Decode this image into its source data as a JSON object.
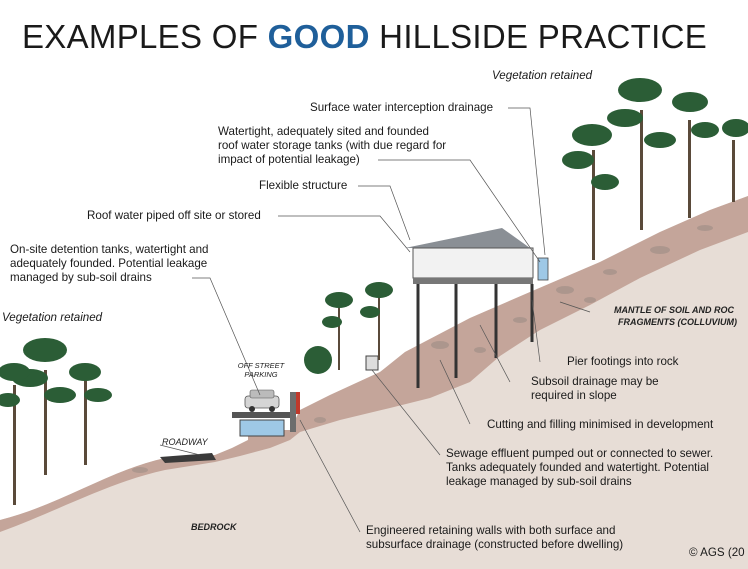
{
  "title": {
    "prefix": "EXAMPLES OF ",
    "highlight": "GOOD",
    "suffix": " HILLSIDE PRACTICE",
    "highlight_color": "#1f5f9a"
  },
  "labels": {
    "vegetation_top": "Vegetation retained",
    "surface_water": "Surface water interception drainage",
    "watertight_1": "Watertight, adequately sited and founded",
    "watertight_2": "roof water storage tanks (with due regard for",
    "watertight_3": "impact of potential leakage)",
    "flexible": "Flexible structure",
    "roof_water": "Roof water piped off site or stored",
    "onsite_1": "On-site detention tanks, watertight and",
    "onsite_2": "adequately founded.  Potential leakage",
    "onsite_3": "managed by sub-soil drains",
    "vegetation_left": "Vegetation retained",
    "mantle_1": "MANTLE OF SOIL AND ROC",
    "mantle_2": "FRAGMENTS (COLLUVIUM)",
    "parking_1": "OFF STREET",
    "parking_2": "PARKING",
    "pier": "Pier footings into rock",
    "subsoil_1": "Subsoil drainage may be",
    "subsoil_2": "required in slope",
    "roadway": "ROADWAY",
    "cutting": "Cutting and filling minimised in development",
    "sewage_1": "Sewage effluent pumped out or connected to sewer.",
    "sewage_2": "Tanks adequately founded and watertight.  Potential",
    "sewage_3": "leakage managed by sub-soil drains",
    "bedrock": "BEDROCK",
    "engineered_1": "Engineered retaining walls with both surface and",
    "engineered_2": "subsurface drainage (constructed before dwelling)",
    "copyright": "© AGS (20"
  },
  "colors": {
    "bedrock": "#e7ddd6",
    "colluvium": "#c4a59a",
    "tree": "#2b5d36",
    "house_roof": "#8a8f95",
    "water": "#9ec8e6"
  }
}
